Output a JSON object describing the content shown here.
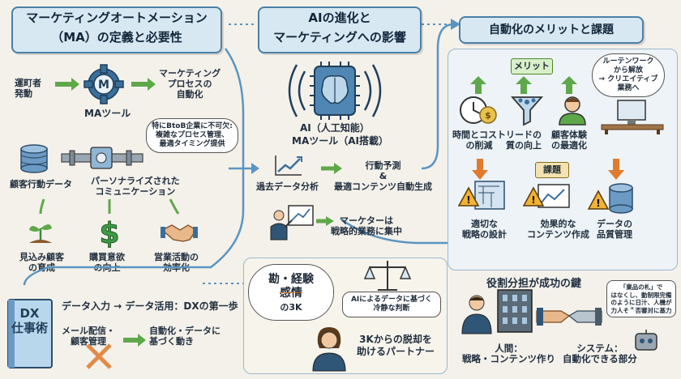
{
  "sections": {
    "ma": {
      "title_line1": "マーケティングオートメーション",
      "title_line2": "（MA）の定義と必要性",
      "trigger": [
        "運町者",
        "発動"
      ],
      "process": [
        "マーケティング",
        "プロセスの",
        "自動化"
      ],
      "tool_label": "MAツール",
      "bubble": [
        "特にBtoB企業に不可欠:",
        "複雑なプロセス管理、",
        "最適タイミング提供"
      ],
      "data_label": "顧客行動データ",
      "comm_label": [
        "パーソナライズされた",
        "コミュニケーション"
      ],
      "outcomes": [
        [
          "見込み顧客",
          "の育成"
        ],
        [
          "購買意欲",
          "の向上"
        ],
        [
          "営業活動の",
          "効率化"
        ]
      ]
    },
    "ai": {
      "title_line1": "AIの進化と",
      "title_line2": "マーケティングへの影響",
      "ai_label": "AI（人工知能）",
      "ma_ai_label": "MAツール（AI搭載）",
      "past_data": "過去データ分析",
      "predict": [
        "行動予測",
        "&",
        "最適コンテンツ自動生成"
      ],
      "marketer": [
        "マーケターは",
        "戦略的業務に集中"
      ]
    },
    "merit": {
      "title": "自動化のメリットと課題",
      "merit_tag": "メリット",
      "issue_tag": "課題",
      "bubble": [
        "ルーテンワーク",
        "から解放",
        "→ クリエイティブ",
        "業務へ"
      ],
      "merits": [
        [
          "時間とコスト",
          "の削減"
        ],
        [
          "リードの",
          "質の向上"
        ],
        [
          "顧客体験",
          "の最適化"
        ]
      ],
      "issues": [
        [
          "適切な",
          "戦略の設計"
        ],
        [
          "効果的な",
          "コンテンツ作成"
        ],
        [
          "データの",
          "品質管理"
        ]
      ]
    },
    "dx": {
      "book": [
        "DX",
        "仕事術"
      ],
      "flow": "データ入力 → データ活用：DXの第一歩",
      "old": [
        "メール配信・",
        "顧客管理"
      ],
      "new": [
        "自動化・データに",
        "基づく動き"
      ]
    },
    "three_k": {
      "words": [
        "勘・経験",
        "感情",
        "の3K"
      ],
      "bubble": [
        "AIによるデータに基づく",
        "冷静な判断"
      ],
      "partner": [
        "3Kからの脱却を",
        "助けるパートナー"
      ]
    },
    "roles": {
      "title": "役割分担が成功の鍵",
      "human": [
        "人間：",
        "戦略・コンテンツ作り"
      ],
      "system": [
        "システム：",
        "自動化できる部分"
      ],
      "note": [
        "「業品の札」で",
        "はなくし、動制限完備",
        "のように日汁、人機が",
        "力人そ＂否審対に基力"
      ]
    }
  },
  "colors": {
    "arrow_green": "#5fa84a",
    "arrow_orange": "#e07a2c",
    "flow_blue": "#5b95c0",
    "title_bg": "#d7e8f2"
  }
}
